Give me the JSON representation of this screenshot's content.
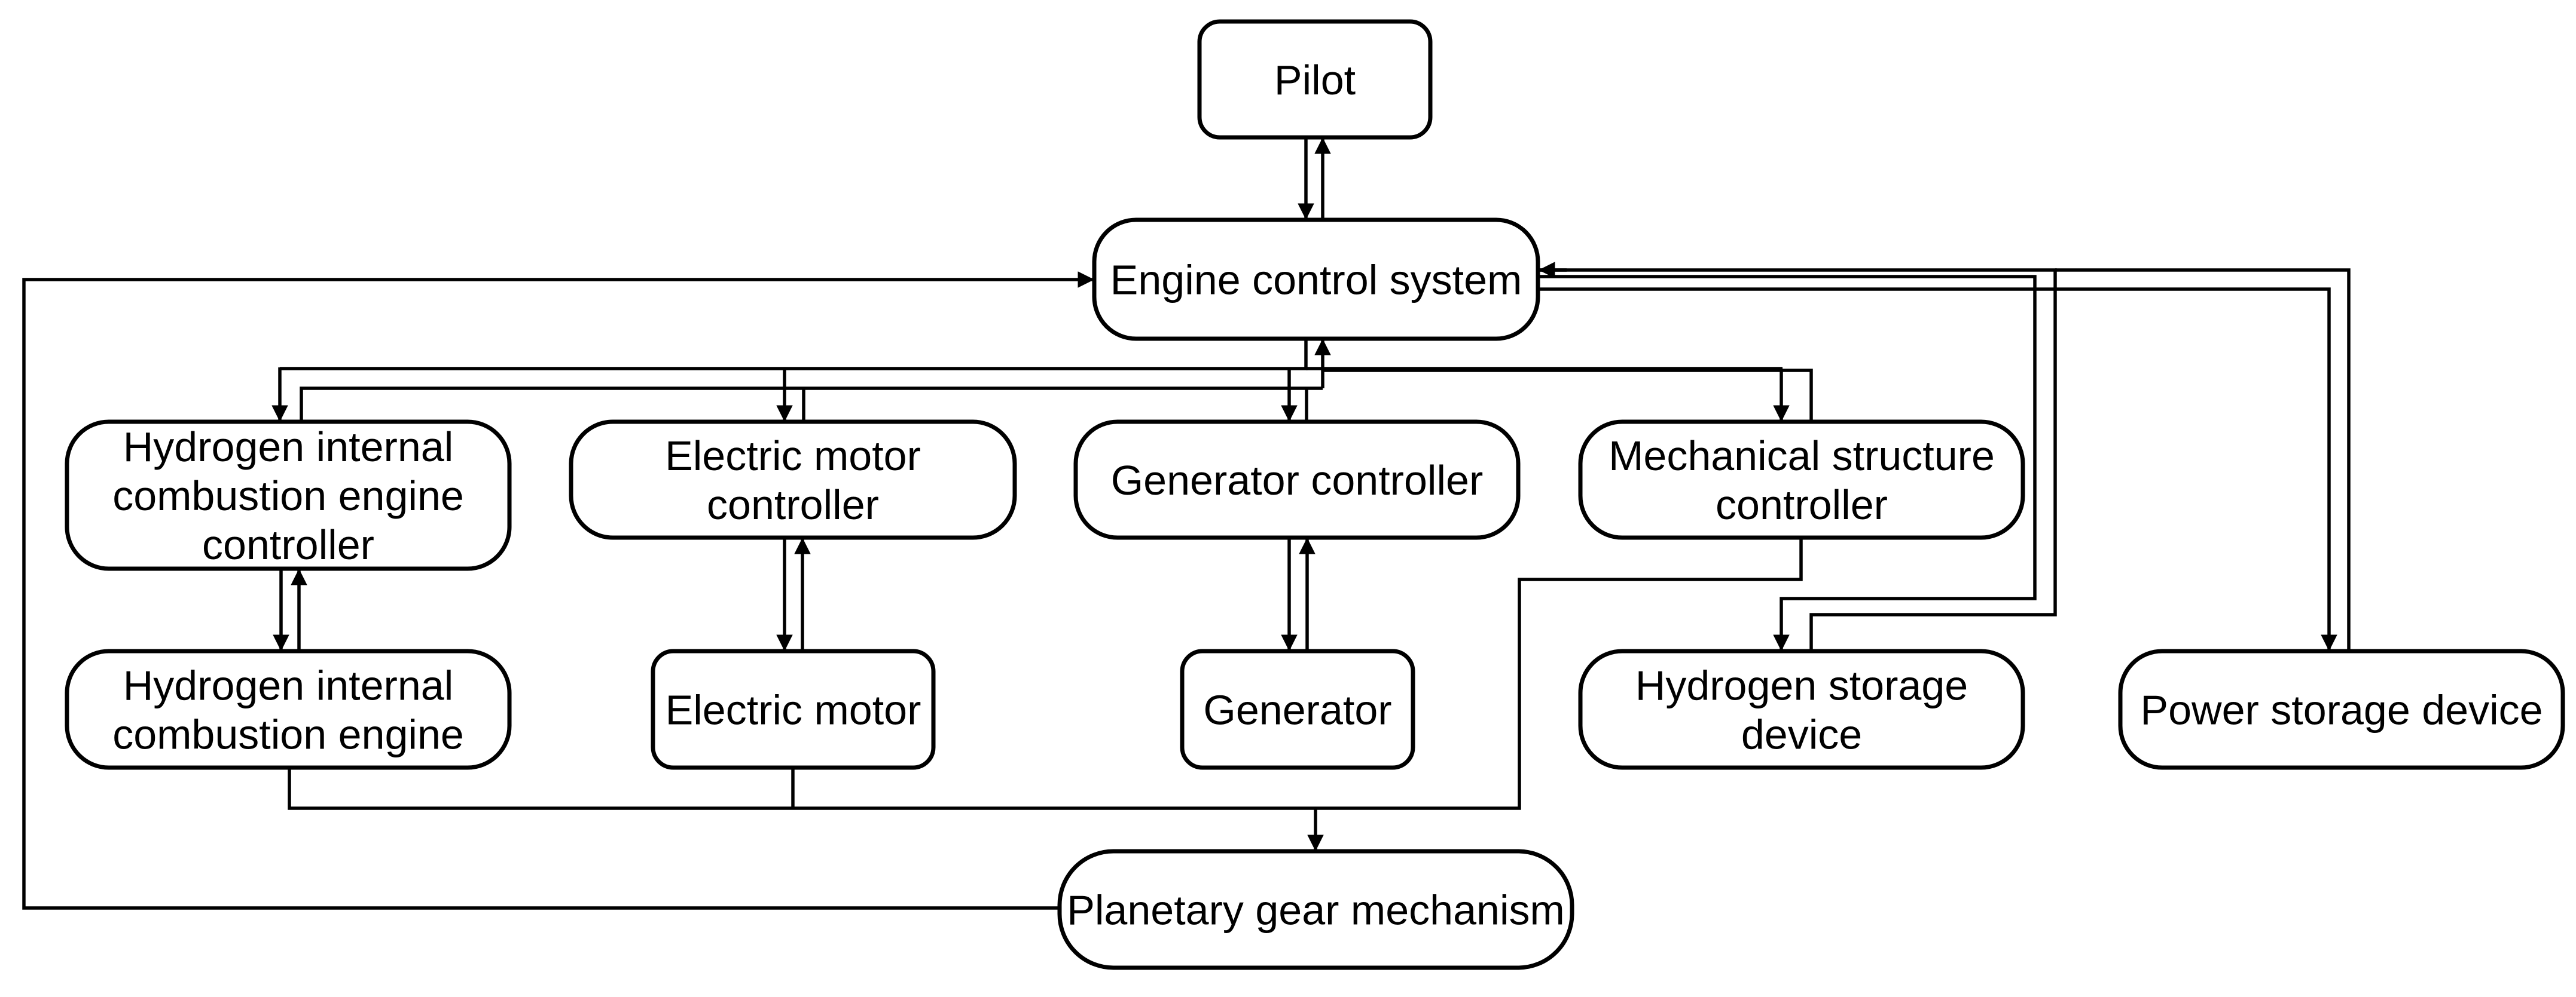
{
  "nodes": {
    "pilot": {
      "lines": [
        "Pilot"
      ]
    },
    "ecs": {
      "lines": [
        "Engine control system"
      ]
    },
    "hice_controller": {
      "lines": [
        "Hydrogen internal",
        "combustion engine",
        "controller"
      ]
    },
    "motor_controller": {
      "lines": [
        "Electric motor",
        "controller"
      ]
    },
    "generator_controller": {
      "lines": [
        "Generator controller"
      ]
    },
    "mech_controller": {
      "lines": [
        "Mechanical structure",
        "controller"
      ]
    },
    "hice": {
      "lines": [
        "Hydrogen internal",
        "combustion engine"
      ]
    },
    "motor": {
      "lines": [
        "Electric motor"
      ]
    },
    "generator": {
      "lines": [
        "Generator"
      ]
    },
    "h2_storage": {
      "lines": [
        "Hydrogen storage",
        "device"
      ]
    },
    "power_storage": {
      "lines": [
        "Power storage device"
      ]
    },
    "planetary": {
      "lines": [
        "Planetary gear mechanism"
      ]
    }
  },
  "colors": {
    "stroke": "#000000",
    "fill": "#ffffff",
    "text": "#000000"
  }
}
